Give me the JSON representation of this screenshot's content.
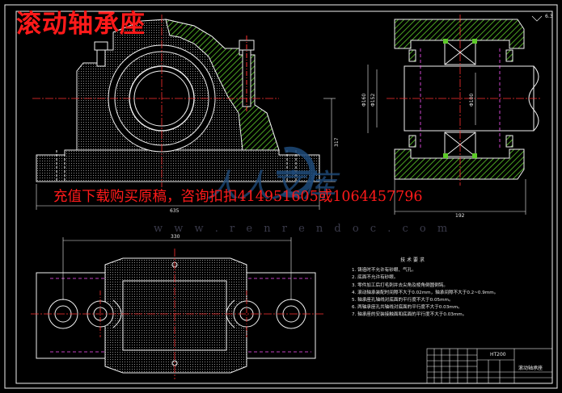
{
  "title": "滚动轴承座",
  "promo_text": "充值下载购买原稿，咨询扣扣414951605或1064457796",
  "watermark": {
    "text": "人人文库",
    "url": "w w w . r e n r e n d o c . c o m"
  },
  "dimensions": {
    "front_width": "635",
    "front_height": "317",
    "side_width": "192",
    "side_d1": "Φ160",
    "side_d2": "Φ152",
    "side_d3": "Φ100",
    "side_surface": "6.3",
    "top_width": "330"
  },
  "tech_requirements": {
    "heading": "技 术 要 求",
    "items": [
      "1. 铸造时不允许有砂眼、气孔。",
      "2. 底面不允许有砂眼。",
      "3. 零件加工后打毛刺并去尖角及棱角倒圆倒钝。",
      "4. 滚动轴承装配时间隙不大于0.02mm，轴承间隙不大于0.2~0.9mm。",
      "5. 轴承座孔轴线对底面的平行度不大于0.05mm。",
      "6. 两轴承座孔共轴线对底面的平行度不大于0.03mm。",
      "7. 轴承座的安装接触面和底面的平行度不大于0.03mm。"
    ]
  },
  "title_block": {
    "code": "HT200",
    "name": "滚动轴承座"
  },
  "colors": {
    "background": "#000000",
    "lines": "#f0f0f0",
    "section_hatch": "#5ecb2a",
    "title_red": "#ff1a1a",
    "center_line": "#ff3030",
    "magenta_hidden": "#ff55ff",
    "watermark": "#1e4a7a"
  }
}
